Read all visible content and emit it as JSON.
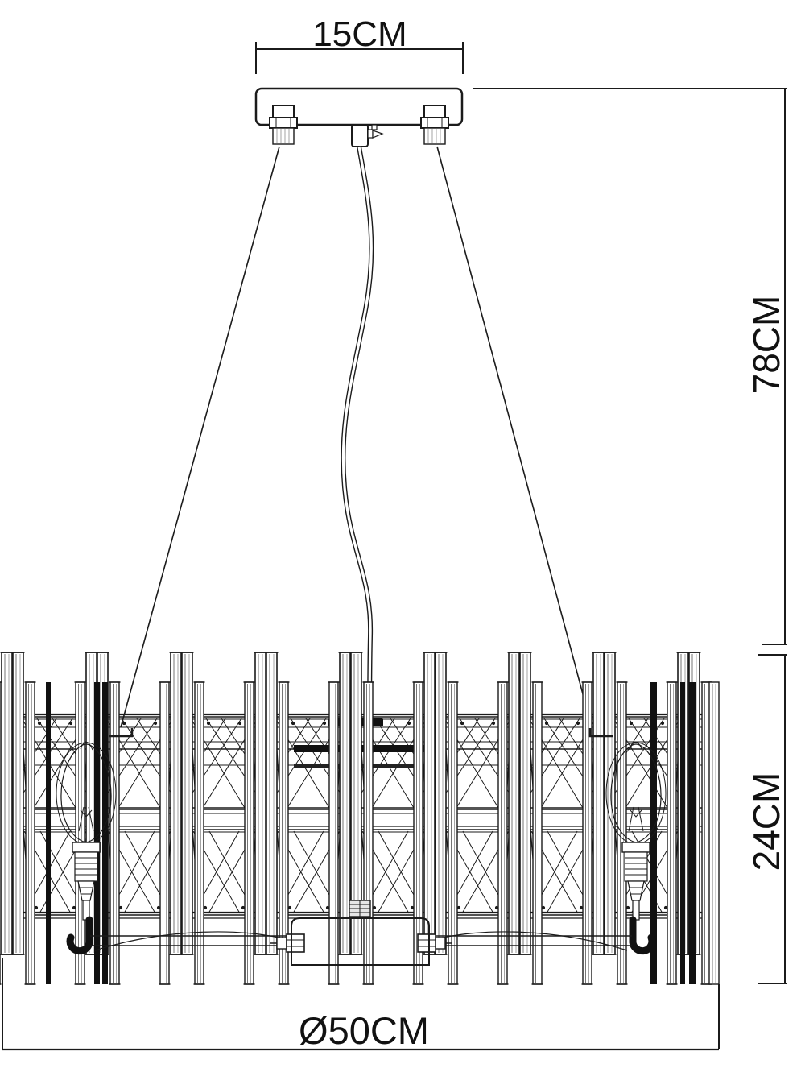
{
  "labels": {
    "canopy_width": "15CM",
    "drop_height": "78CM",
    "body_height": "24CM",
    "body_diameter": "Ø50CM"
  },
  "colors": {
    "line": "#1b1b1b",
    "background": "#ffffff"
  }
}
